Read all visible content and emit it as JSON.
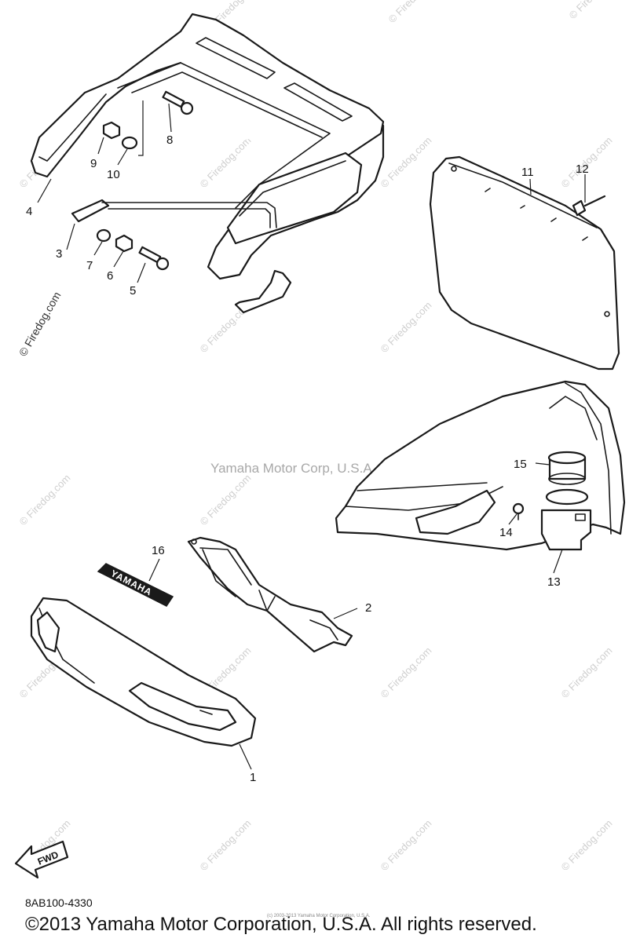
{
  "watermark": {
    "site": "© Firedog.com",
    "center_text": "Yamaha Motor Corp, U.S.A."
  },
  "callouts": [
    "1",
    "2",
    "3",
    "4",
    "5",
    "6",
    "7",
    "8",
    "9",
    "10",
    "11",
    "12",
    "13",
    "14",
    "15",
    "16"
  ],
  "fwd_label": "FWD",
  "decal_text": "YAMAHA",
  "diagram_code": "8AB100-4330",
  "tiny_notice": "(c) 2003-2013 Yamaha Motor Corporation, U.S.A.",
  "copyright": "©2013 Yamaha Motor Corporation, U.S.A. All rights reserved."
}
